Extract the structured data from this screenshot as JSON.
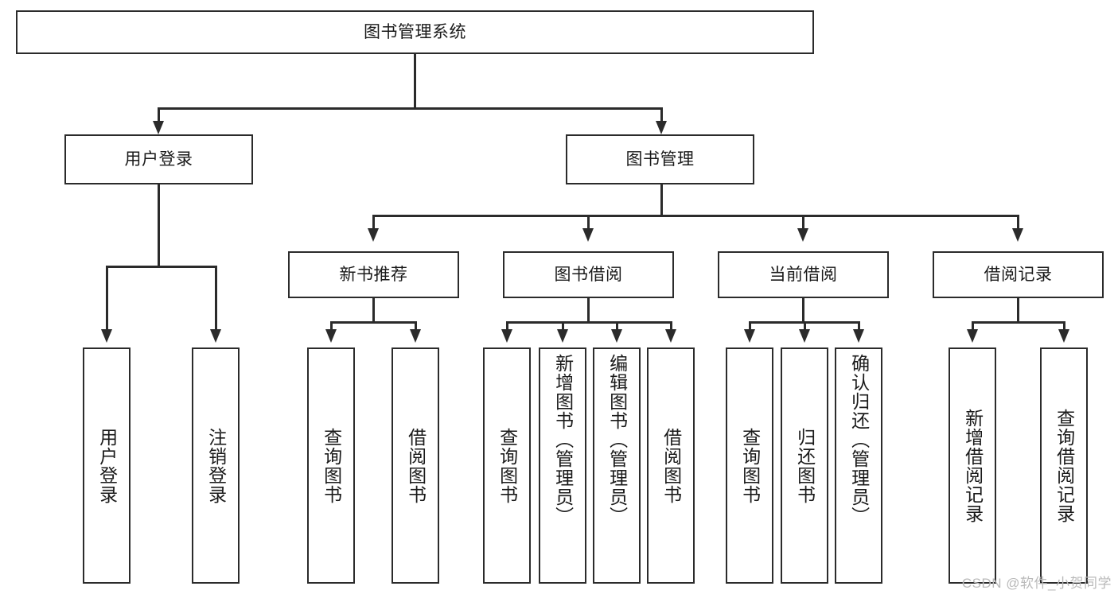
{
  "diagram": {
    "title": "图书管理系统",
    "type": "tree-hierarchy-diagram",
    "colors": {
      "stroke": "#2b2b2b",
      "fill": "#ffffff",
      "text": "#1a1a1a",
      "watermark": "#b9b9b9"
    },
    "root": {
      "id": "root",
      "label": "图书管理系统",
      "orientation": "horizontal"
    },
    "level2": [
      {
        "id": "user-login",
        "label": "用户登录",
        "orientation": "horizontal"
      },
      {
        "id": "book-manage",
        "label": "图书管理",
        "orientation": "horizontal"
      }
    ],
    "level3": [
      {
        "id": "new-book-recommend",
        "label": "新书推荐",
        "orientation": "horizontal"
      },
      {
        "id": "book-borrow",
        "label": "图书借阅",
        "orientation": "horizontal"
      },
      {
        "id": "current-borrow",
        "label": "当前借阅",
        "orientation": "horizontal"
      },
      {
        "id": "borrow-record",
        "label": "借阅记录",
        "orientation": "horizontal"
      }
    ],
    "leaves": {
      "user-login": [
        {
          "id": "leaf-user-login",
          "label": "用户登录",
          "orientation": "vertical"
        },
        {
          "id": "leaf-user-logout",
          "label": "注销登录",
          "orientation": "vertical"
        }
      ],
      "new-book-recommend": [
        {
          "id": "leaf-query-book-1",
          "label": "查询图书",
          "orientation": "vertical"
        },
        {
          "id": "leaf-borrow-book-1",
          "label": "借阅图书",
          "orientation": "vertical"
        }
      ],
      "book-borrow": [
        {
          "id": "leaf-query-book-2",
          "label": "查询图书",
          "orientation": "vertical"
        },
        {
          "id": "leaf-add-book",
          "label": "新增图书（管理员）",
          "orientation": "vertical"
        },
        {
          "id": "leaf-edit-book",
          "label": "编辑图书（管理员）",
          "orientation": "vertical"
        },
        {
          "id": "leaf-borrow-book-2",
          "label": "借阅图书",
          "orientation": "vertical"
        }
      ],
      "current-borrow": [
        {
          "id": "leaf-query-book-3",
          "label": "查询图书",
          "orientation": "vertical"
        },
        {
          "id": "leaf-return-book",
          "label": "归还图书",
          "orientation": "vertical"
        },
        {
          "id": "leaf-confirm-return",
          "label": "确认归还（管理员）",
          "orientation": "vertical"
        }
      ],
      "borrow-record": [
        {
          "id": "leaf-add-record",
          "label": "新增借阅记录",
          "orientation": "vertical"
        },
        {
          "id": "leaf-query-record",
          "label": "查询借阅记录",
          "orientation": "vertical"
        }
      ]
    }
  },
  "watermark": {
    "text": "CSDN @软件_小贺同学"
  }
}
